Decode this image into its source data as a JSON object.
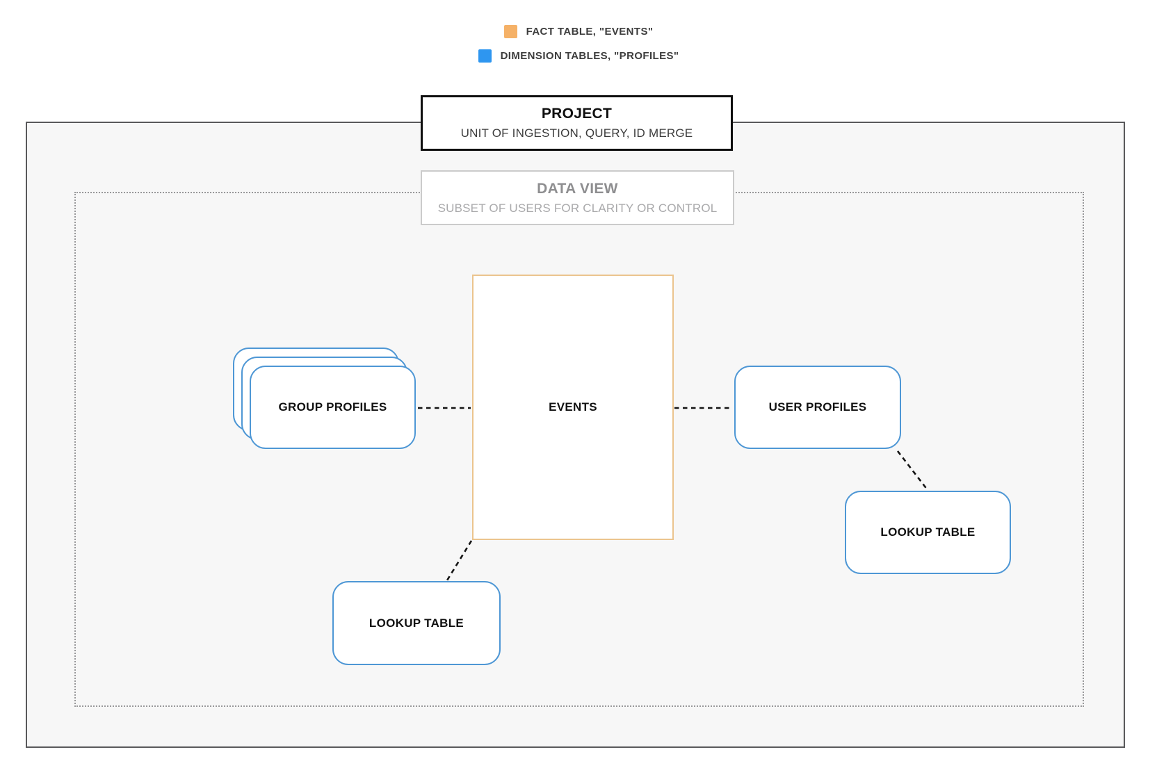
{
  "legend": {
    "items": [
      {
        "label": "FACT TABLE, \"EVENTS\"",
        "swatch_color": "#F5B167"
      },
      {
        "label": "DIMENSION TABLES, \"PROFILES\"",
        "swatch_color": "#2E96F0"
      }
    ]
  },
  "project_box": {
    "title": "PROJECT",
    "subtitle": "UNIT OF INGESTION, QUERY, ID MERGE"
  },
  "data_view_box": {
    "title": "DATA VIEW",
    "subtitle": "SUBSET OF USERS FOR CLARITY OR CONTROL"
  },
  "nodes": {
    "events": {
      "label": "EVENTS"
    },
    "group_profiles": {
      "label": "GROUP PROFILES"
    },
    "user_profiles": {
      "label": "USER PROFILES"
    },
    "lookup_table_right": {
      "label": "LOOKUP TABLE"
    },
    "lookup_table_bottom": {
      "label": "LOOKUP TABLE"
    }
  },
  "colors": {
    "fact_accent": "#F5B167",
    "fact_border": "#EBC48E",
    "dimension_accent": "#2E96F0",
    "dimension_border": "#4E97D5",
    "project_container_border": "#59595B",
    "data_view_container_border": "#98989A",
    "connector": "#141414",
    "container_background": "#F7F7F7"
  }
}
